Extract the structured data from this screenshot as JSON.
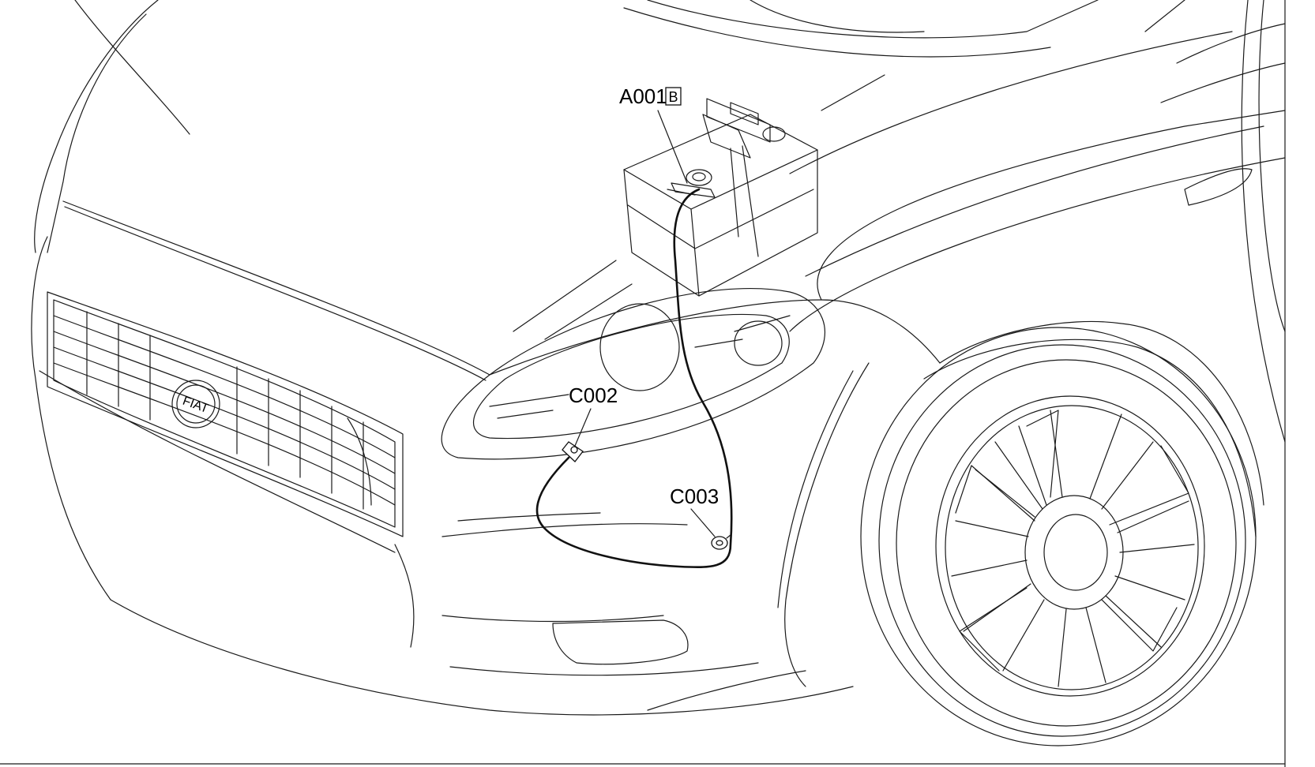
{
  "diagram": {
    "brand_badge": "FIAT",
    "callouts": {
      "battery": {
        "code": "A001",
        "suffix": "B"
      },
      "connector_left": {
        "code": "C002"
      },
      "connector_right": {
        "code": "C003"
      }
    }
  }
}
